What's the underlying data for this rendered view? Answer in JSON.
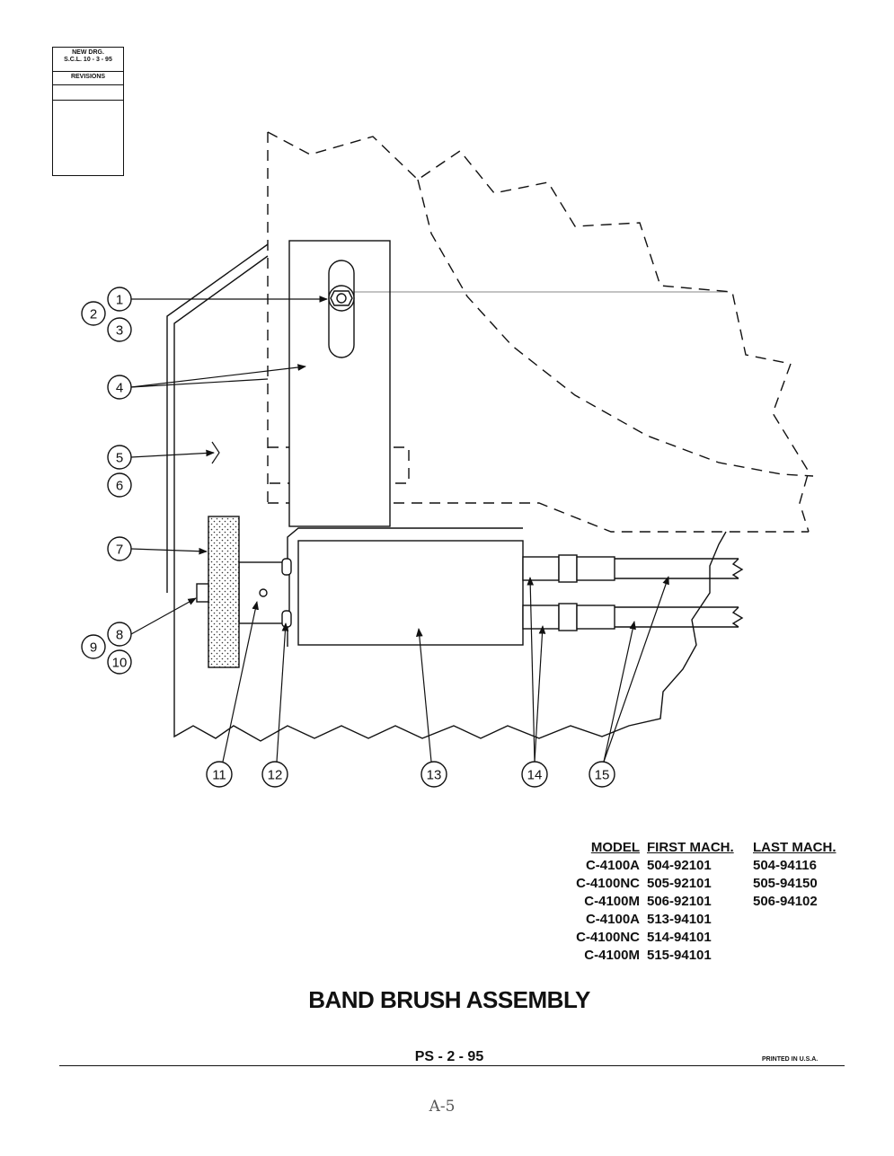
{
  "revision_block": {
    "header_line1": "NEW DRG.",
    "header_line2": "S.C.L. 10 - 3 - 95",
    "revisions_label": "REVISIONS"
  },
  "callouts": [
    "1",
    "2",
    "3",
    "4",
    "5",
    "6",
    "7",
    "8",
    "9",
    "10",
    "11",
    "12",
    "13",
    "14",
    "15"
  ],
  "model_table": {
    "headers": [
      "MODEL",
      "FIRST MACH.",
      "LAST MACH."
    ],
    "rows": [
      [
        "C-4100A",
        "504-92101",
        "504-94116"
      ],
      [
        "C-4100NC",
        "505-92101",
        "505-94150"
      ],
      [
        "C-4100M",
        "506-92101",
        "506-94102"
      ],
      [
        "C-4100A",
        "513-94101",
        ""
      ],
      [
        "C-4100NC",
        "514-94101",
        ""
      ],
      [
        "C-4100M",
        "515-94101",
        ""
      ]
    ]
  },
  "title": "BAND BRUSH ASSEMBLY",
  "page_number": "PS - 2 - 95",
  "printed_note": "PRINTED IN U.S.A.",
  "handwritten_note": "A-5"
}
